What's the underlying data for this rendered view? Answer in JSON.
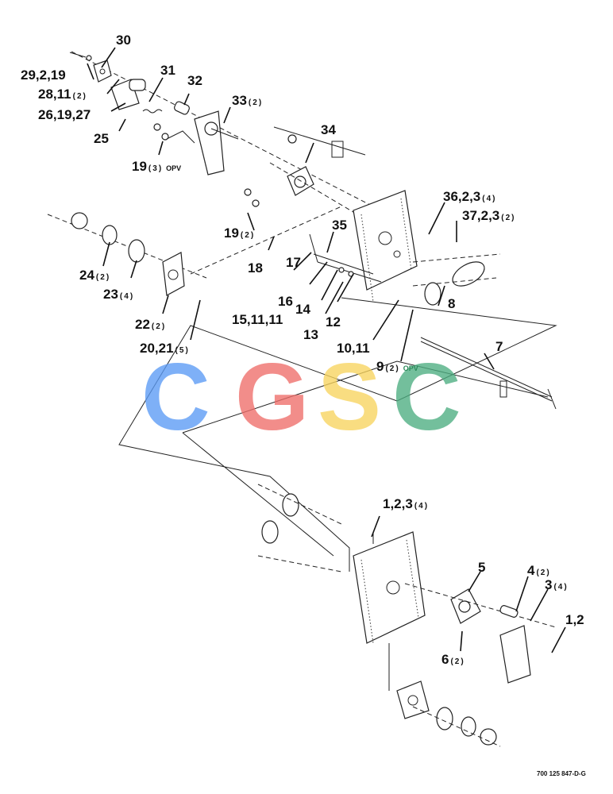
{
  "callouts": [
    {
      "id": "30",
      "text": "30"
    },
    {
      "id": "29",
      "text": "29,2,19"
    },
    {
      "id": "28",
      "text": "28,11",
      "qty": "(2)"
    },
    {
      "id": "26",
      "text": "26,19,27"
    },
    {
      "id": "25",
      "text": "25"
    },
    {
      "id": "31",
      "text": "31"
    },
    {
      "id": "32",
      "text": "32"
    },
    {
      "id": "33",
      "text": "33",
      "qty": "(2)"
    },
    {
      "id": "19a",
      "text": "19",
      "qty": "(3)",
      "note": "OPV"
    },
    {
      "id": "34",
      "text": "34"
    },
    {
      "id": "36",
      "text": "36,2,3",
      "qty": "(4)"
    },
    {
      "id": "37",
      "text": "37,2,3",
      "qty": "(2)"
    },
    {
      "id": "19b",
      "text": "19",
      "qty": "(2)"
    },
    {
      "id": "35",
      "text": "35"
    },
    {
      "id": "18",
      "text": "18"
    },
    {
      "id": "17",
      "text": "17"
    },
    {
      "id": "24",
      "text": "24",
      "qty": "(2)"
    },
    {
      "id": "23",
      "text": "23",
      "qty": "(4)"
    },
    {
      "id": "16",
      "text": "16"
    },
    {
      "id": "14",
      "text": "14"
    },
    {
      "id": "15",
      "text": "15,11,11"
    },
    {
      "id": "12",
      "text": "12"
    },
    {
      "id": "13",
      "text": "13"
    },
    {
      "id": "8",
      "text": "8"
    },
    {
      "id": "22",
      "text": "22",
      "qty": "(2)"
    },
    {
      "id": "20",
      "text": "20,21",
      "qty": "(5)"
    },
    {
      "id": "10",
      "text": "10,11"
    },
    {
      "id": "7",
      "text": "7"
    },
    {
      "id": "9",
      "text": "9",
      "qty": "(2)",
      "note": "OPV"
    },
    {
      "id": "1a",
      "text": "1,2,3",
      "qty": "(4)"
    },
    {
      "id": "5",
      "text": "5"
    },
    {
      "id": "4",
      "text": "4",
      "qty": "(2)"
    },
    {
      "id": "3",
      "text": "3",
      "qty": "(4)"
    },
    {
      "id": "1b",
      "text": "1,2"
    },
    {
      "id": "6",
      "text": "6",
      "qty": "(2)"
    }
  ],
  "document_number": "700 125 847-D-G",
  "watermark": {
    "letters": [
      "C",
      "G",
      "S",
      "C"
    ],
    "colors": [
      "#5b9bf5",
      "#ef6e6a",
      "#f8d45e",
      "#4dae81"
    ]
  }
}
